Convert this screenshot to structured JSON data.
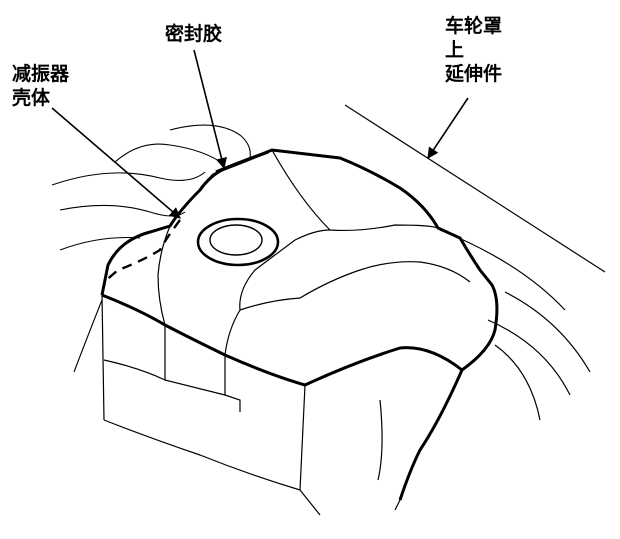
{
  "labels": {
    "sealant": "密封胶",
    "shock_housing": [
      "减振器",
      "壳体"
    ],
    "fender_extension": [
      "车轮罩",
      "上",
      "延伸件"
    ]
  },
  "colors": {
    "ink": "#000000",
    "background": "#ffffff"
  }
}
